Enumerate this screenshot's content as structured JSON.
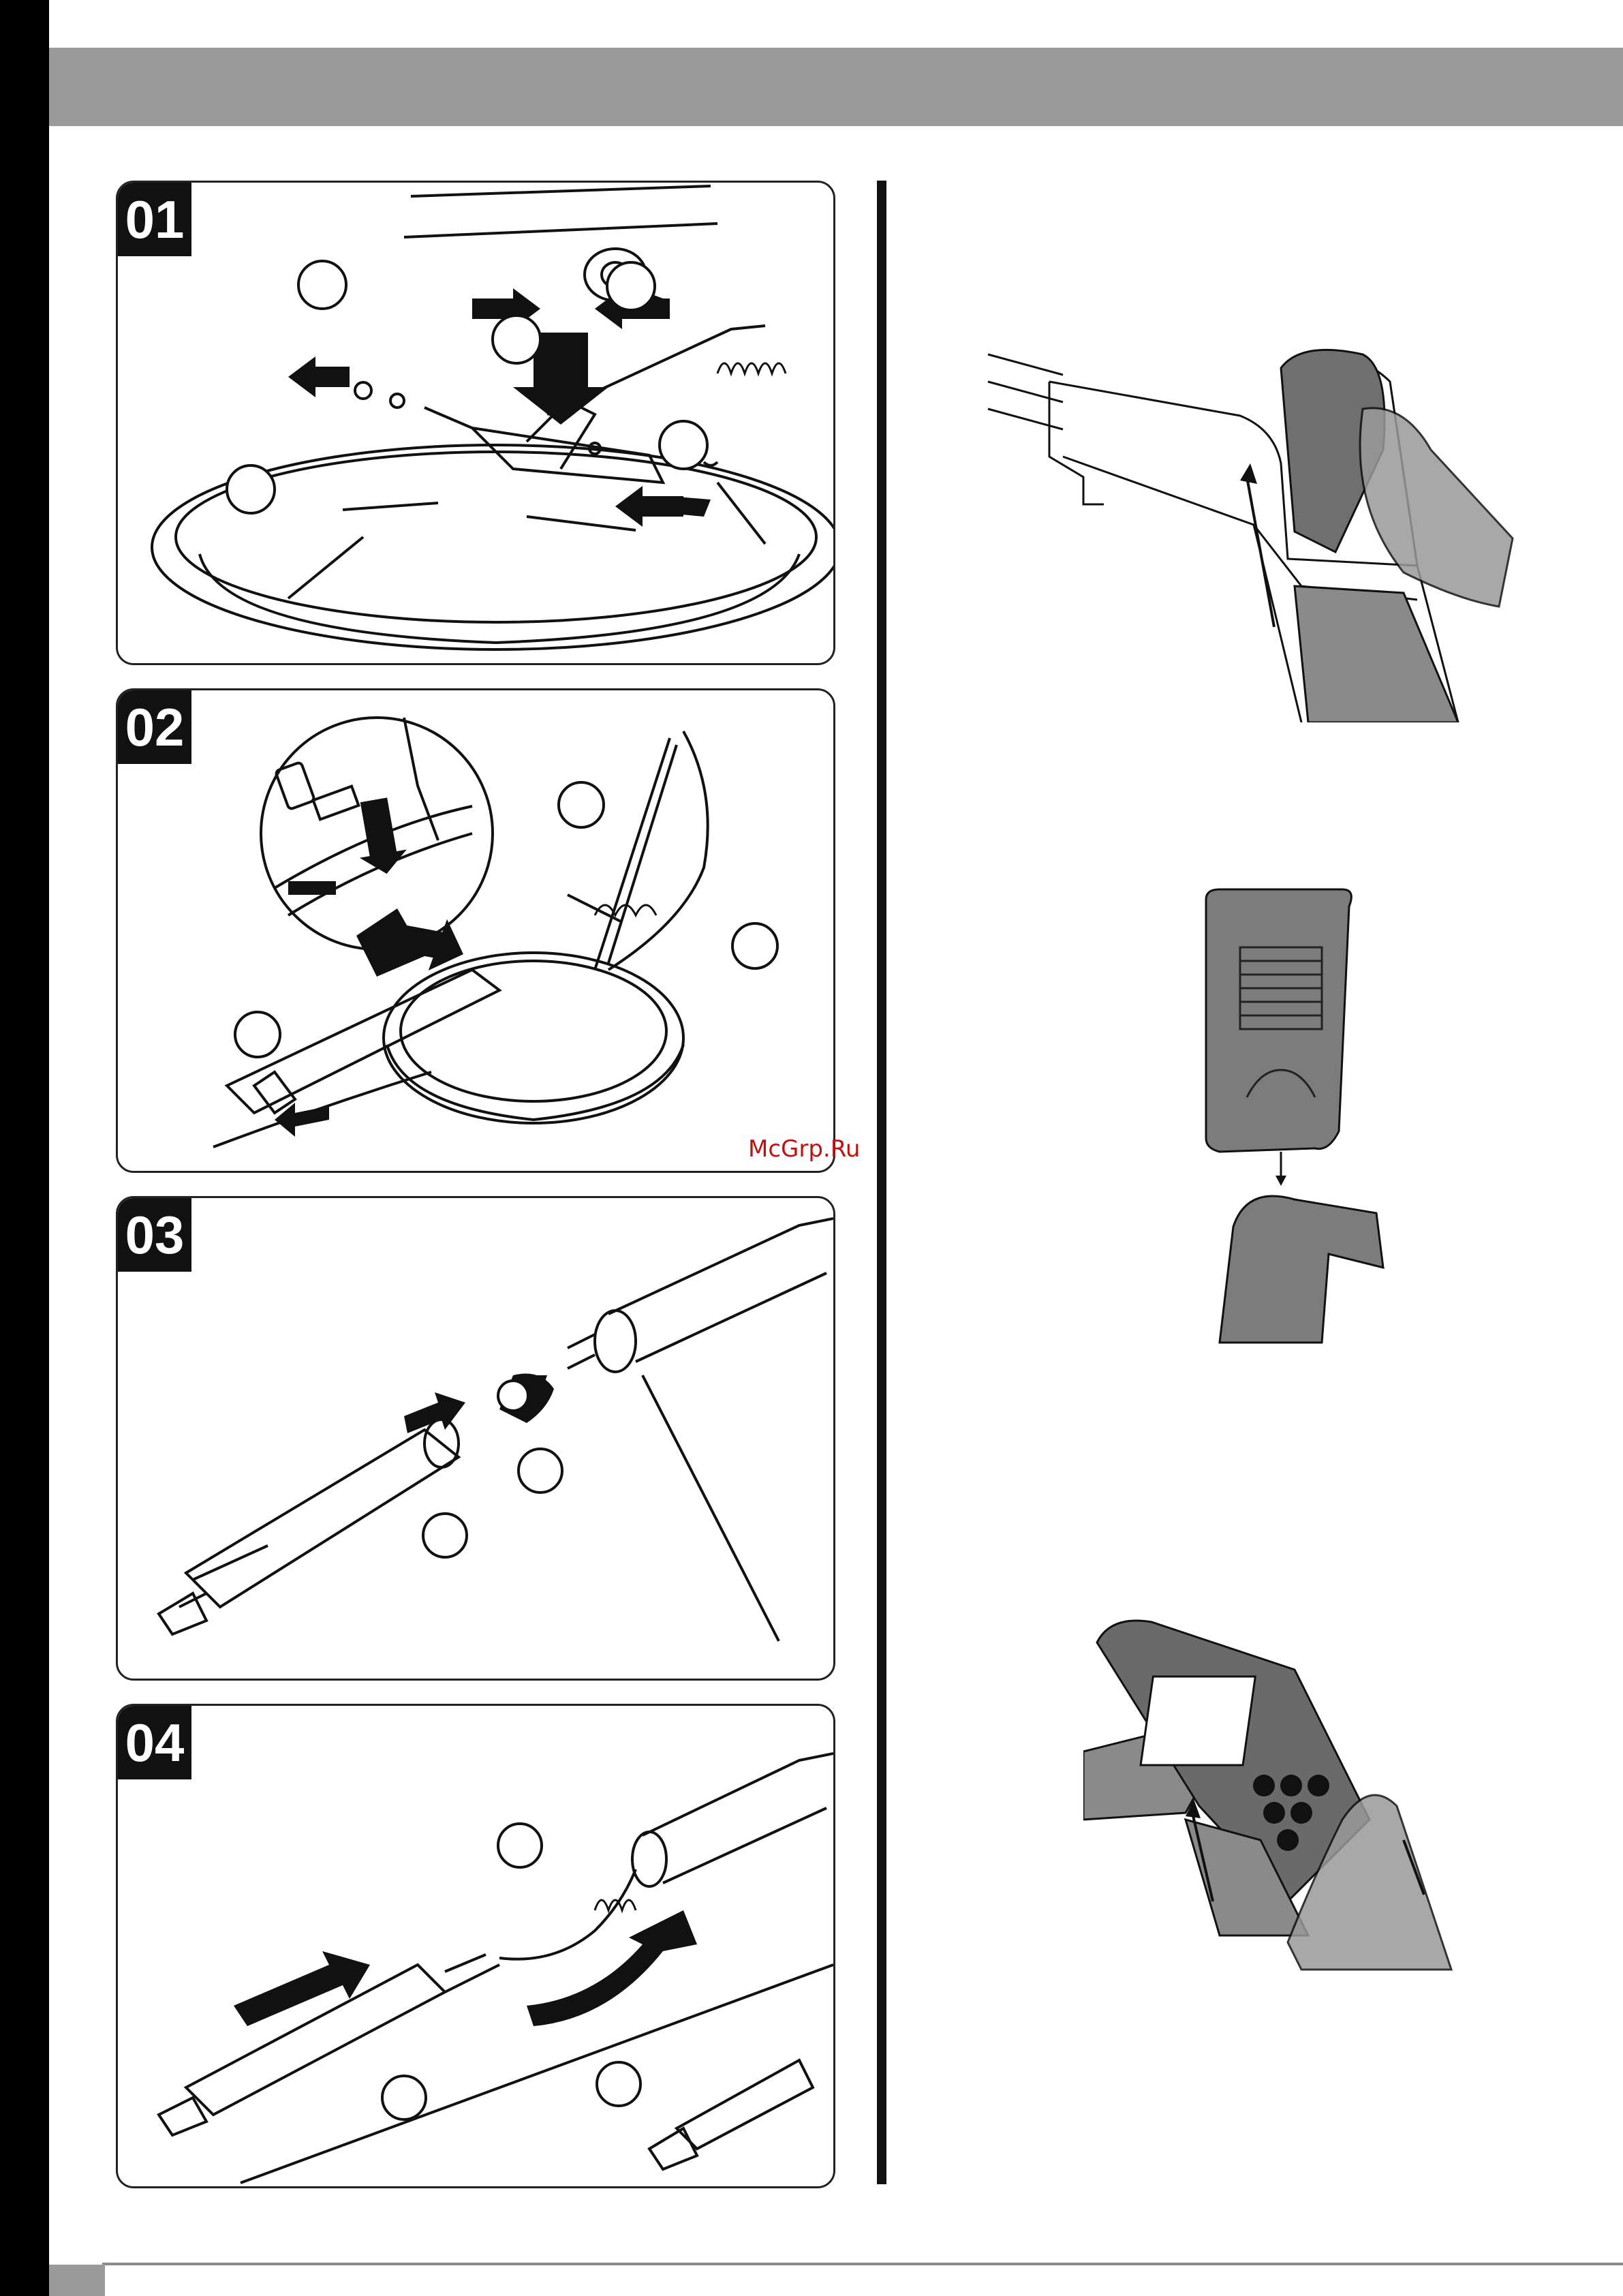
{
  "page": {
    "watermark": "McGrp.Ru"
  },
  "steps": [
    {
      "number": "01"
    },
    {
      "number": "02"
    },
    {
      "number": "03"
    },
    {
      "number": "04"
    }
  ],
  "right_illustrations": [
    {
      "subject": "handle-battery-clip-push"
    },
    {
      "subject": "remote-control-docking"
    },
    {
      "subject": "remote-control-detach-thumb"
    }
  ],
  "colors": {
    "band": "#9a9a9a",
    "ink": "#111111",
    "grip": "#7c7c7c",
    "watermark": "#c01010"
  }
}
